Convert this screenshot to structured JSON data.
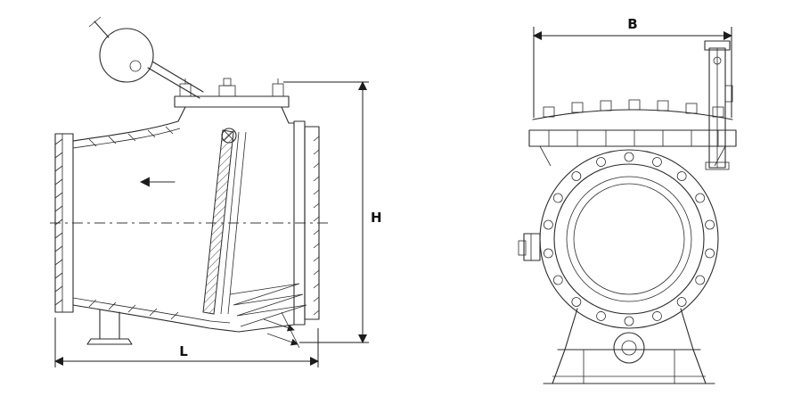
{
  "drawing": {
    "dimensions": {
      "H": "H",
      "L": "L",
      "B": "B"
    },
    "flow_arrow": "left",
    "colors": {
      "line": "#2b2b2b",
      "background": "#ffffff"
    }
  }
}
